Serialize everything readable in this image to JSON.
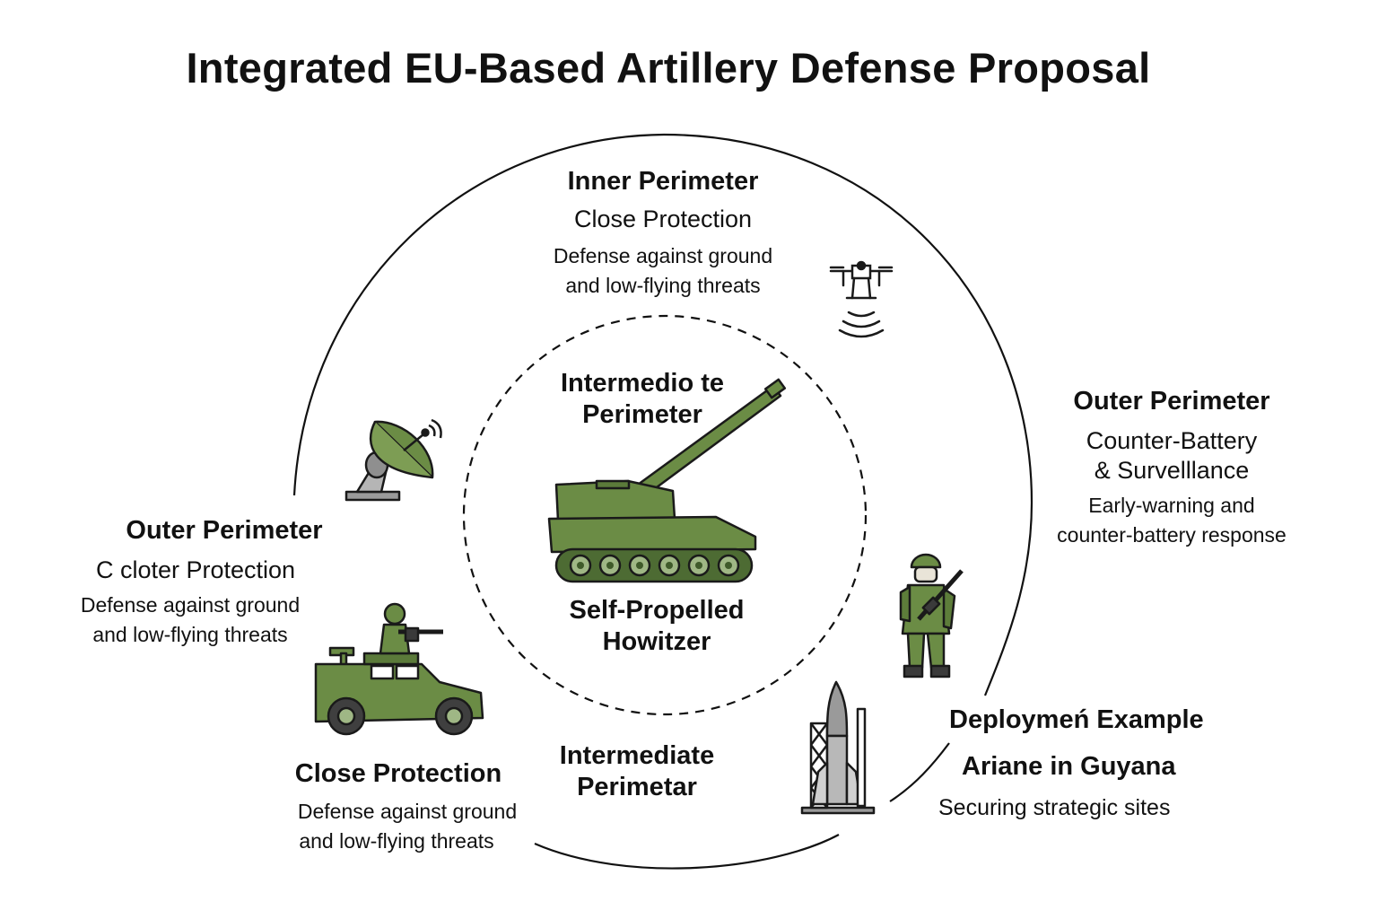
{
  "title": "Integrated EU-Based Artillery Defense Proposal",
  "inner_perimeter": {
    "heading": "Inner Perimeter",
    "subheading": "Close Protection",
    "description_line1": "Defense against ground",
    "description_line2": "and low-flying threats"
  },
  "center_label": {
    "line1": "Intermedio te",
    "line2": "Perimeter"
  },
  "howitzer_label": {
    "line1": "Self-Propelled",
    "line2": "Howitzer"
  },
  "outer_perimeter_right": {
    "heading": "Outer Perimeter",
    "subheading_line1": "Counter-Battery",
    "subheading_line2": "& Survelllance",
    "description_line1": "Early-warning and",
    "description_line2": "counter-battery response"
  },
  "outer_perimeter_left": {
    "heading": "Outer Perimeter",
    "subheading": "C cloter Protection",
    "description_line1": "Defense against ground",
    "description_line2": "and low-flying threats"
  },
  "close_protection_bottom": {
    "heading": "Close Protection",
    "description_line1": "Defense against ground",
    "description_line2": "and low-flying threats"
  },
  "intermediate_bottom": {
    "line1": "Intermediate",
    "line2": "Perimetar"
  },
  "deployment": {
    "heading": "Deploymeń Example",
    "subheading": "Ariane in Guyana",
    "description": "Securing strategic sites"
  },
  "colors": {
    "military_green": "#6b8c45",
    "dark_green": "#3f5a2a",
    "outline": "#111111",
    "grey": "#9a9a9a"
  },
  "icons": [
    "radar-dish-icon",
    "drone-icon",
    "soldier-icon",
    "armored-vehicle-icon",
    "rocket-launch-icon",
    "howitzer-icon"
  ]
}
